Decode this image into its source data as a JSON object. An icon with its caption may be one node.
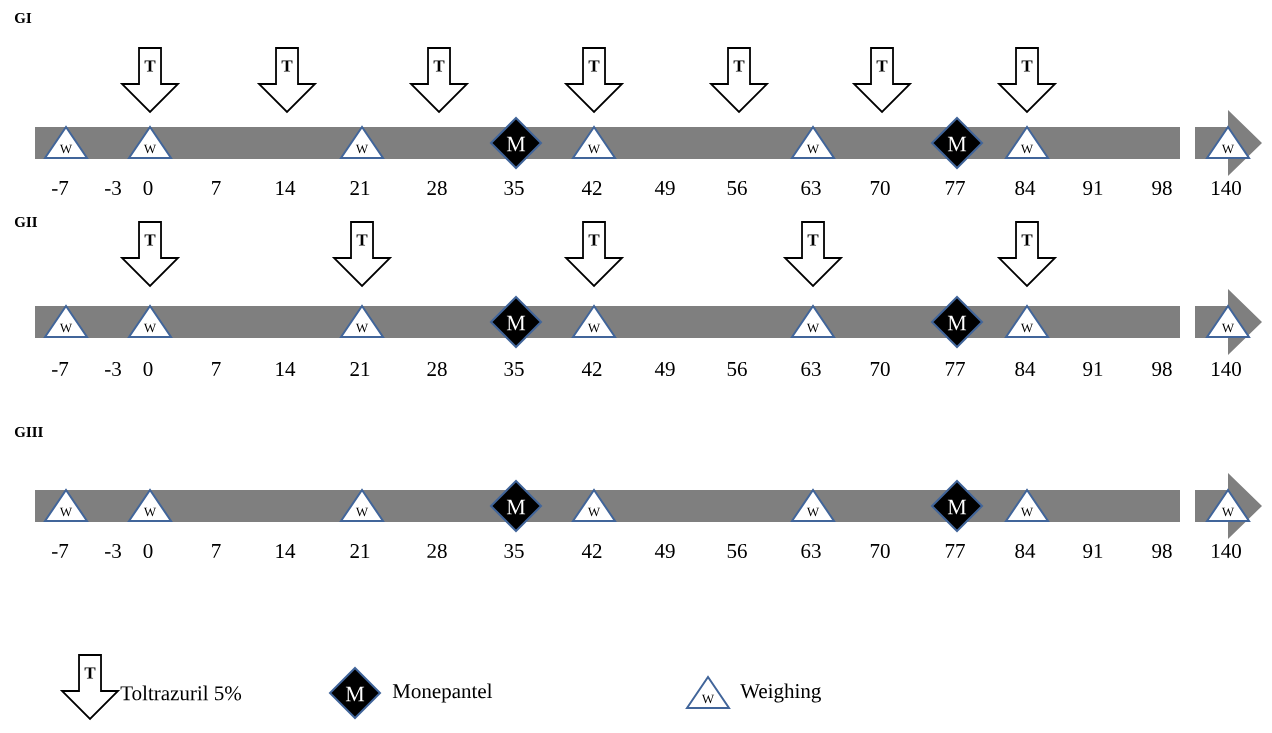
{
  "diagram": {
    "nodes": [
      {
        "text": [
          "T"
        ]
      },
      {
        "text": [
          "T"
        ]
      },
      {
        "text": [
          "T"
        ]
      },
      {
        "text": [
          "T"
        ]
      },
      {
        "text": [
          "T"
        ]
      },
      {
        "text": [
          "T"
        ]
      },
      {
        "text": [
          "T"
        ]
      },
      {
        "text": [
          "W"
        ]
      },
      {
        "text": [
          "W"
        ]
      },
      {
        "text": [
          "W"
        ]
      },
      {
        "text": [
          "M"
        ]
      },
      {
        "text": [
          "W"
        ]
      },
      {
        "text": [
          "W"
        ]
      },
      {
        "text": [
          "M"
        ]
      },
      {
        "text": [
          "W"
        ]
      },
      {
        "text": [
          "W"
        ]
      },
      {
        "text": [
          "T"
        ]
      },
      {
        "text": [
          "T"
        ]
      },
      {
        "text": [
          "T"
        ]
      },
      {
        "text": [
          "T"
        ]
      },
      {
        "text": [
          "T"
        ]
      },
      {
        "text": [
          "W"
        ]
      },
      {
        "text": [
          "W"
        ]
      },
      {
        "text": [
          "W"
        ]
      },
      {
        "text": [
          "M"
        ]
      },
      {
        "text": [
          "W"
        ]
      },
      {
        "text": [
          "W"
        ]
      },
      {
        "text": [
          "M"
        ]
      },
      {
        "text": [
          "W"
        ]
      },
      {
        "text": [
          "W"
        ]
      },
      {
        "text": [
          "W"
        ]
      },
      {
        "text": [
          "W"
        ]
      },
      {
        "text": [
          "W"
        ]
      },
      {
        "text": [
          "M"
        ]
      },
      {
        "text": [
          "W"
        ]
      },
      {
        "text": [
          "W"
        ]
      },
      {
        "text": [
          "M"
        ]
      },
      {
        "text": [
          "W"
        ]
      },
      {
        "text": [
          "W"
        ]
      },
      {
        "text": [
          "T"
        ]
      },
      {
        "text": [
          "M"
        ]
      },
      {
        "text": [
          "W"
        ]
      }
    ],
    "labels": [
      "GI",
      "-7",
      "-3",
      "0",
      "7",
      "14",
      "21",
      "28",
      "35",
      "42",
      "49",
      "56",
      "63",
      "70",
      "77",
      "84",
      "91",
      "98",
      "140",
      "GII",
      "-7",
      "-3",
      "0",
      "7",
      "14",
      "21",
      "28",
      "35",
      "42",
      "49",
      "56",
      "63",
      "70",
      "77",
      "84",
      "91",
      "98",
      "140",
      "GIII",
      "-7",
      "-3",
      "0",
      "7",
      "14",
      "21",
      "28",
      "35",
      "42",
      "49",
      "56",
      "63",
      "70",
      "77",
      "84",
      "91",
      "98",
      "140"
    ],
    "legend": [
      {
        "text": "Toltrazuril 5%"
      },
      {
        "text": "Monepantel"
      },
      {
        "text": "Weighing"
      }
    ]
  }
}
